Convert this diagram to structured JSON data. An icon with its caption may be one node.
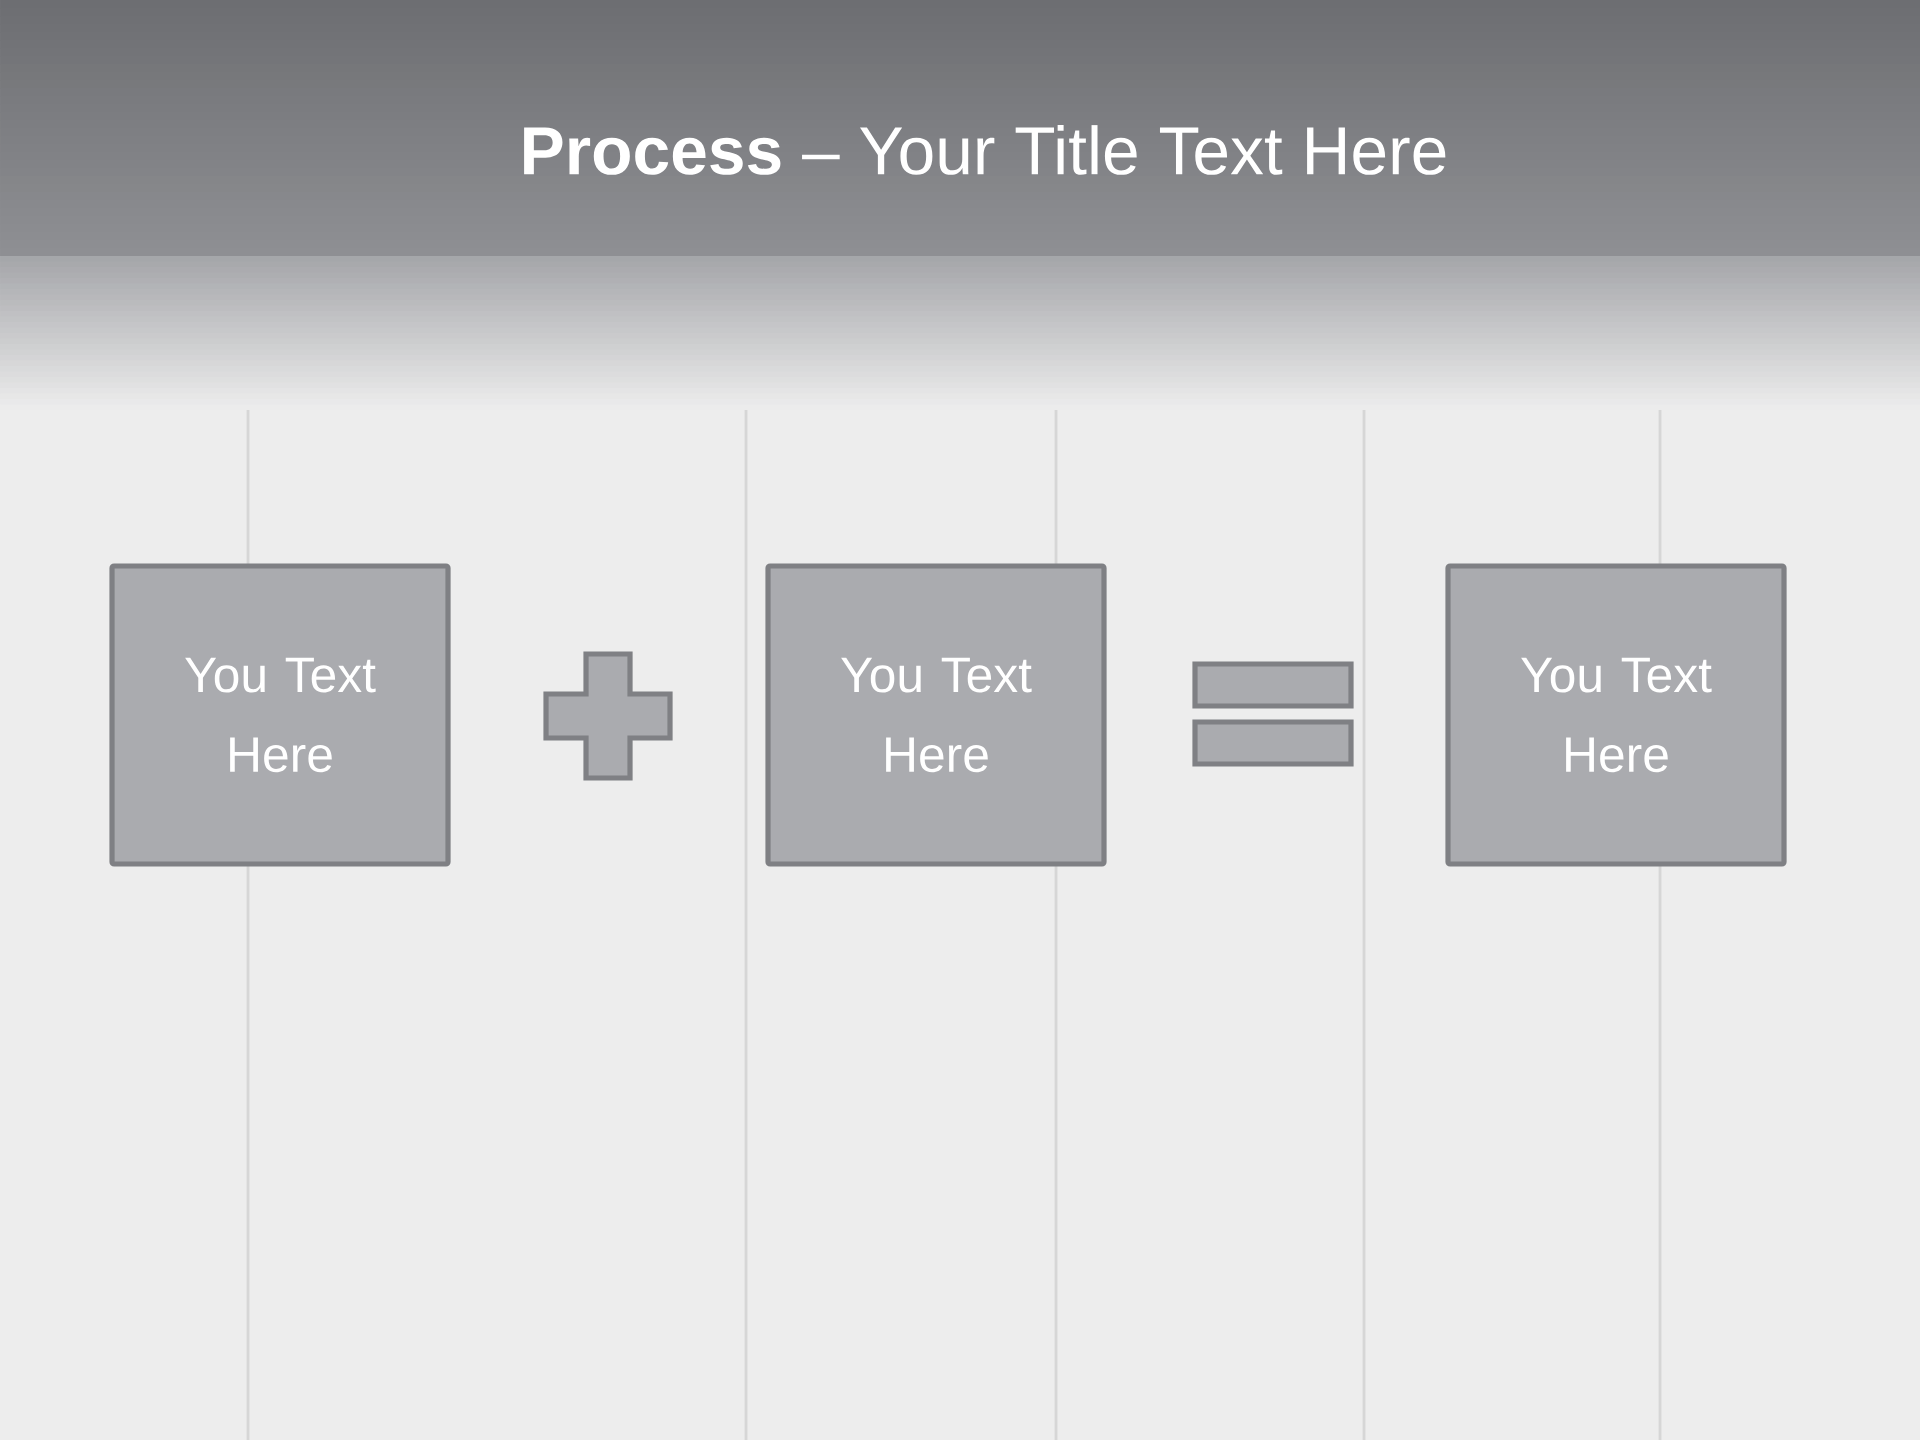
{
  "diagram": {
    "title": "**Process** – Your Title Text Here",
    "nodes": [
      {
        "text": [
          "You Text Here"
        ]
      },
      {
        "text": [],
        "shape": "plus"
      },
      {
        "text": [
          "You Text Here"
        ]
      },
      {
        "text": [],
        "shape": "equals"
      },
      {
        "text": [
          "You Text Here"
        ]
      }
    ]
  }
}
